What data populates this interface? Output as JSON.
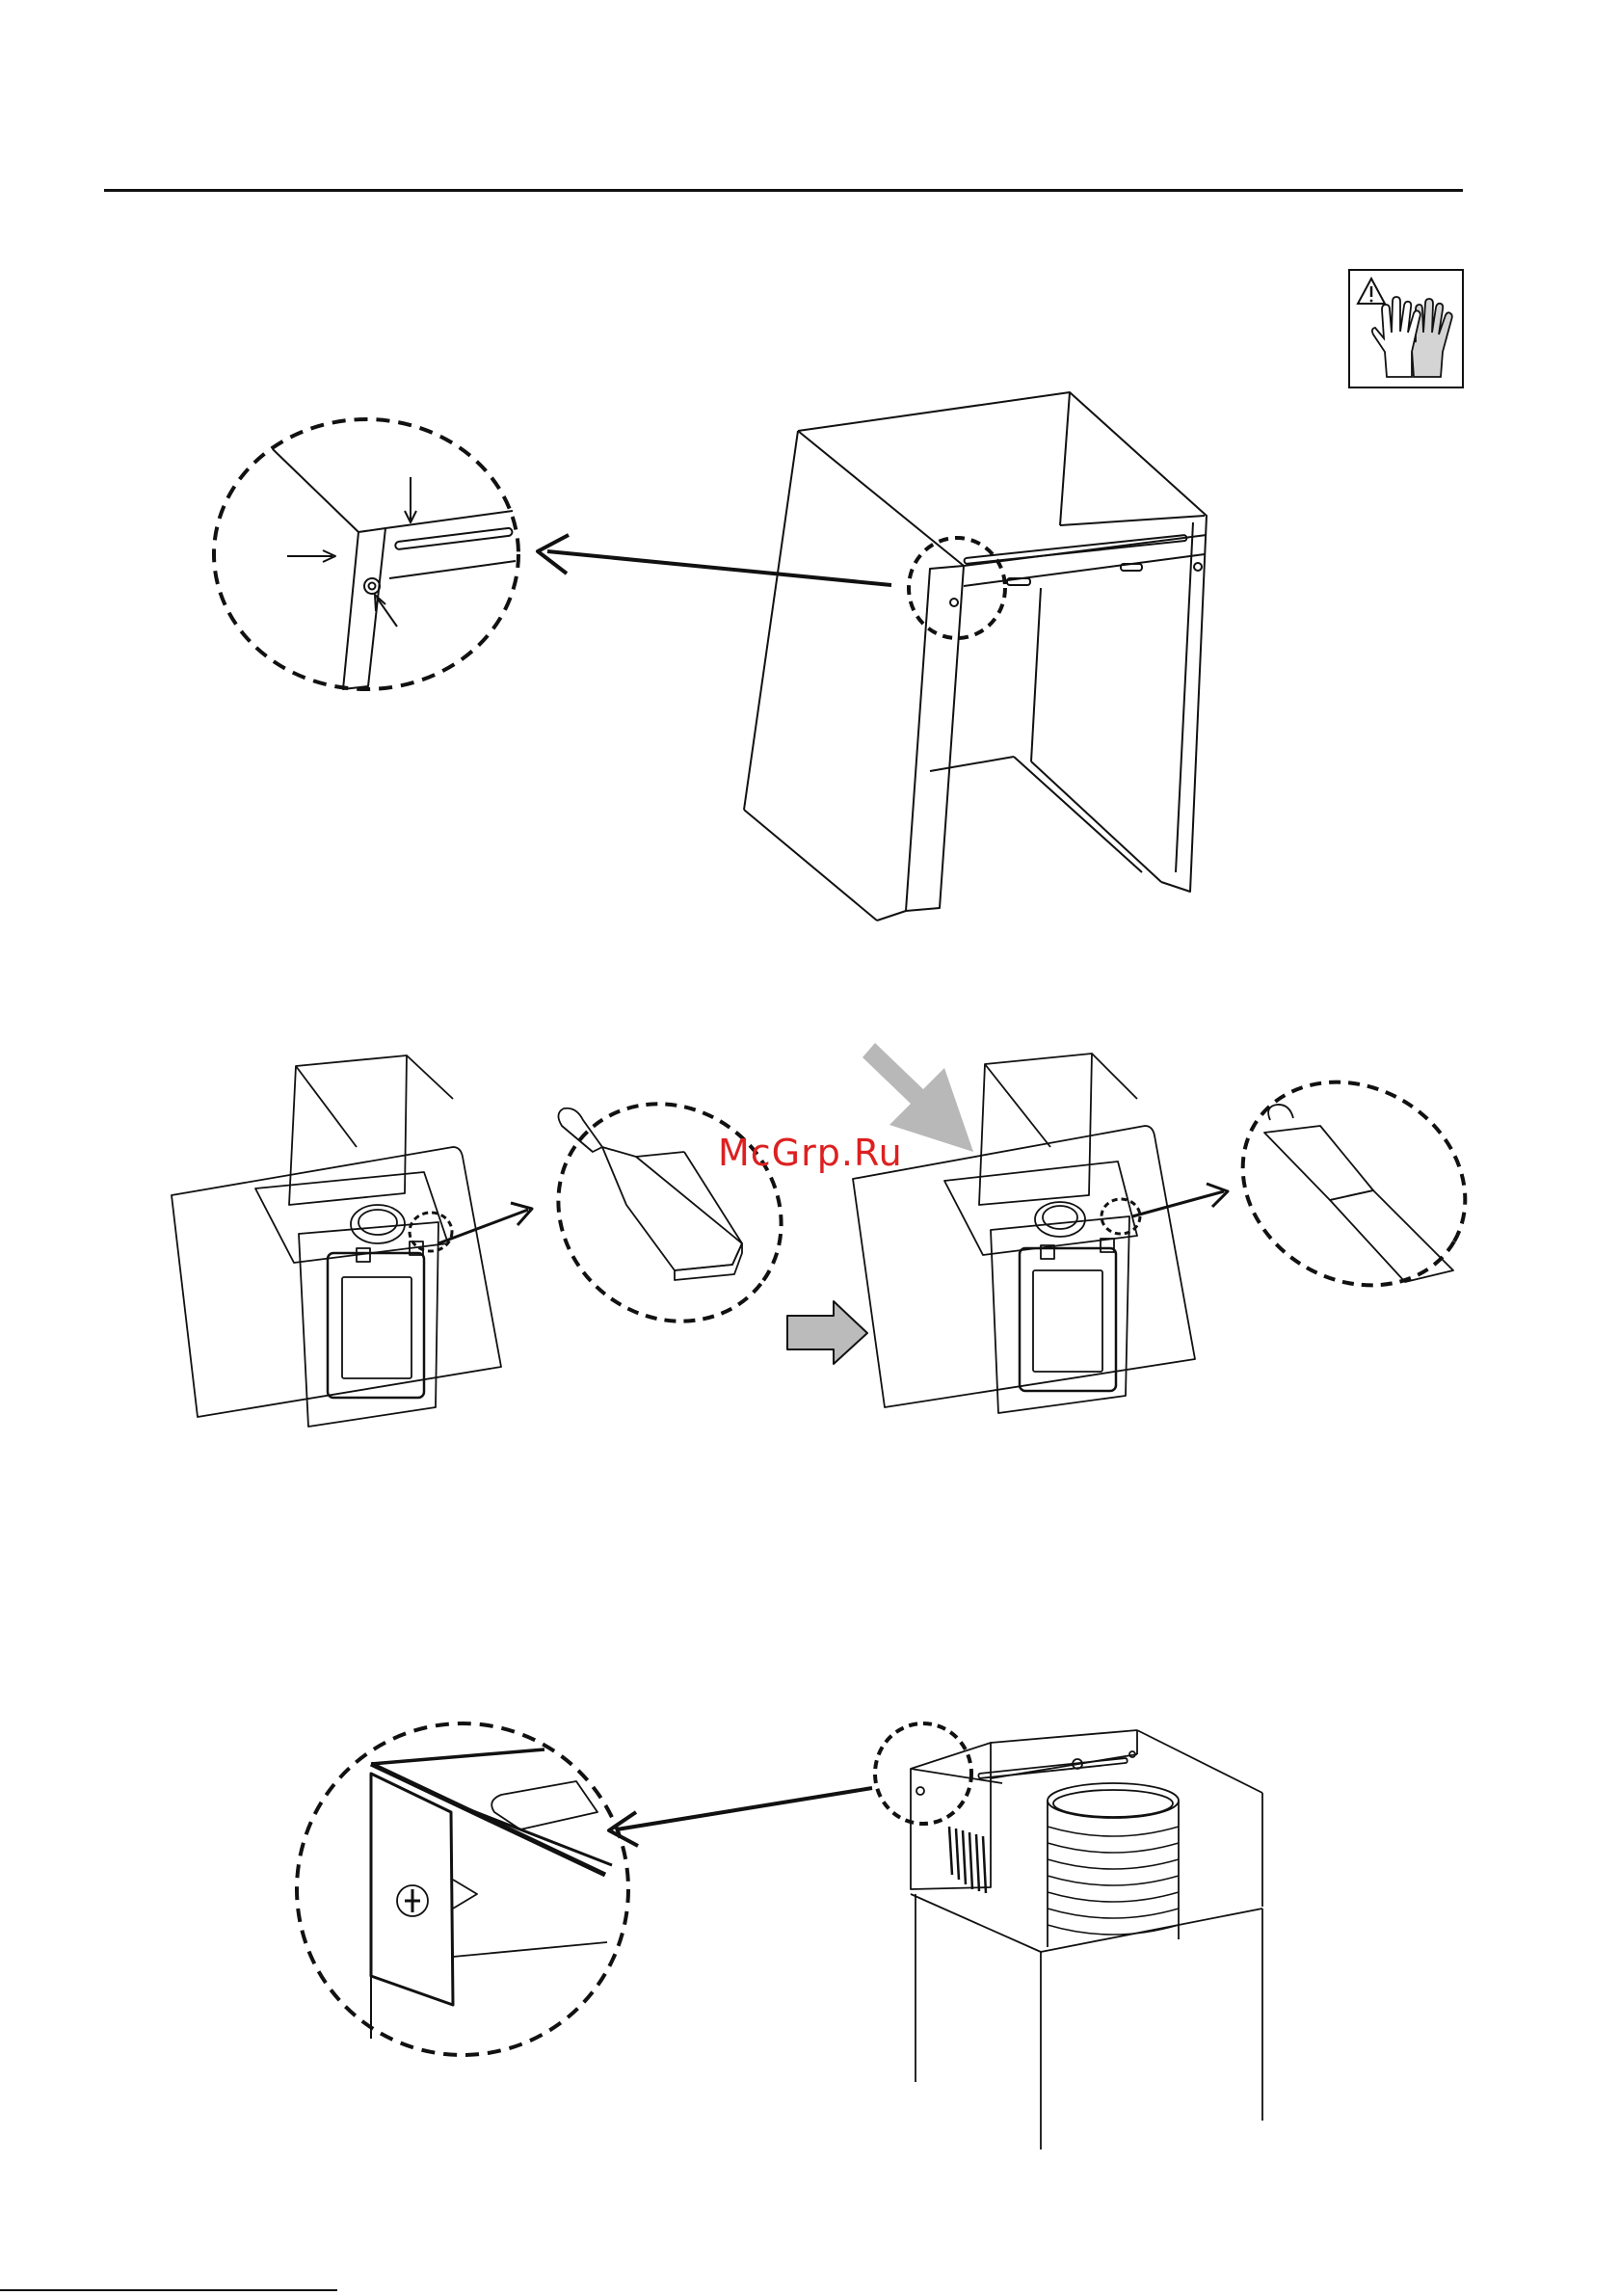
{
  "page": {
    "watermark_text": "McGrp.Ru",
    "watermark_color": "#dd2020"
  },
  "icons": {
    "warning_gloves": "gloves-warning-icon"
  },
  "figures": [
    {
      "name": "chimney-bracket-figure"
    },
    {
      "name": "hood-clip-removal-figure"
    },
    {
      "name": "chimney-screw-figure"
    }
  ]
}
